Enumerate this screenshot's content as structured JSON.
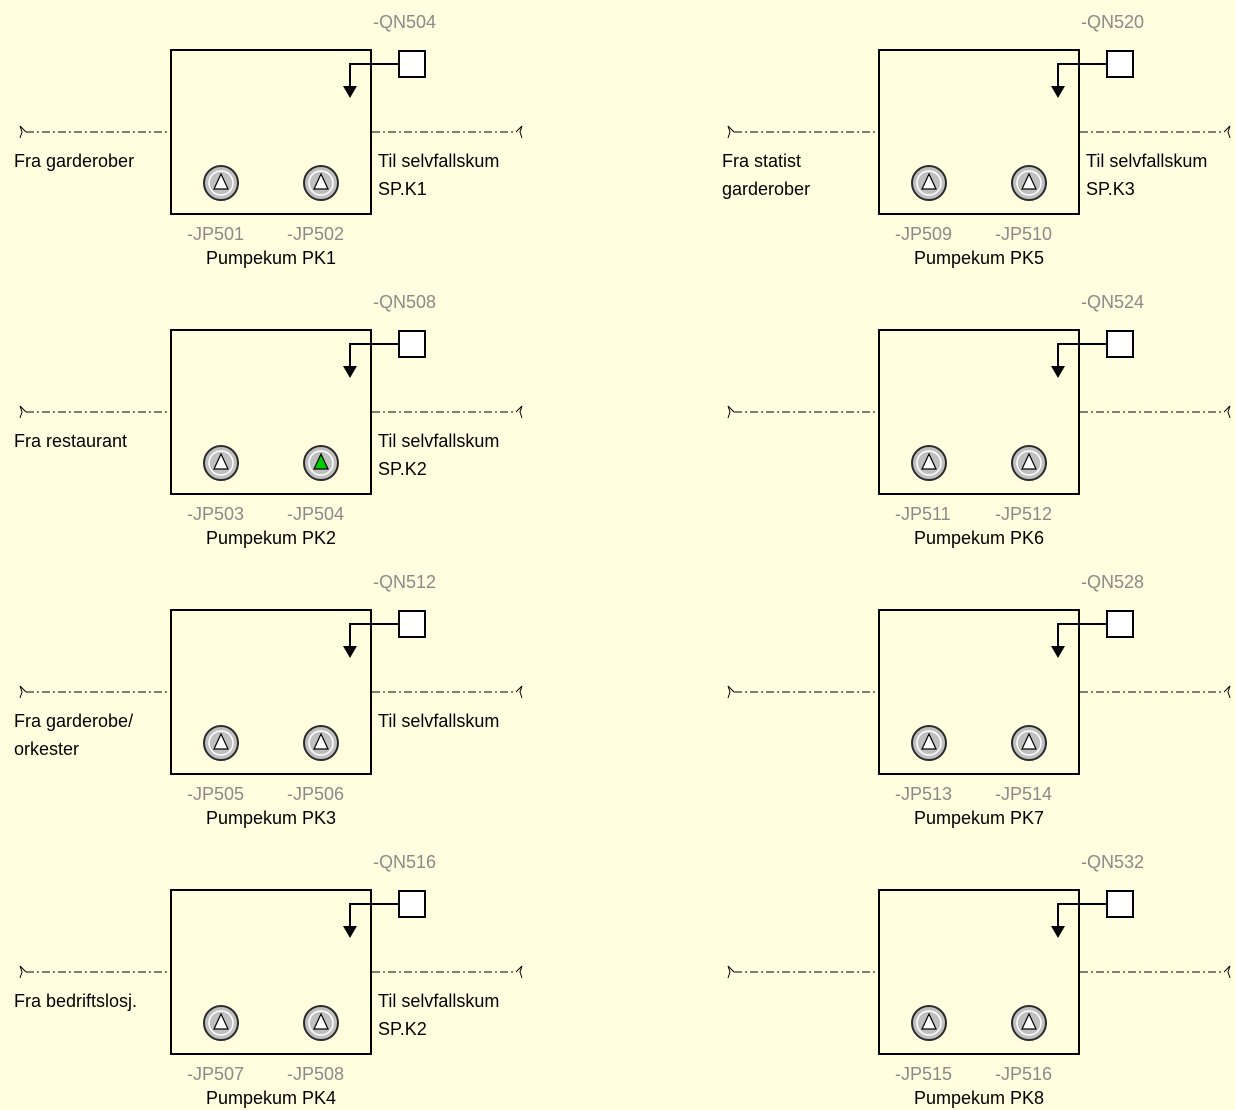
{
  "colors": {
    "background": "#FFFFE0",
    "pump_idle_fill": "#FFFFFF",
    "pump_running_fill": "#00CC00",
    "pump_body": "#C0C0C0",
    "tag_text": "#8A8A8A"
  },
  "units": [
    {
      "id": "pk1",
      "qn": "-QN504",
      "jp_a": "-JP501",
      "jp_b": "-JP502",
      "title": "Pumpekum PK1",
      "inlet": {
        "line1": "Fra garderober",
        "line2": ""
      },
      "outlet": {
        "line1": "Til selvfallskum",
        "line2": "SP.K1"
      },
      "pump_a_running": false,
      "pump_b_running": false
    },
    {
      "id": "pk2",
      "qn": "-QN508",
      "jp_a": "-JP503",
      "jp_b": "-JP504",
      "title": "Pumpekum PK2",
      "inlet": {
        "line1": "Fra restaurant",
        "line2": ""
      },
      "outlet": {
        "line1": "Til selvfallskum",
        "line2": "SP.K2"
      },
      "pump_a_running": false,
      "pump_b_running": true
    },
    {
      "id": "pk3",
      "qn": "-QN512",
      "jp_a": "-JP505",
      "jp_b": "-JP506",
      "title": "Pumpekum PK3",
      "inlet": {
        "line1": "Fra garderobe/",
        "line2": "orkester"
      },
      "outlet": {
        "line1": "Til selvfallskum",
        "line2": ""
      },
      "pump_a_running": false,
      "pump_b_running": false
    },
    {
      "id": "pk4",
      "qn": "-QN516",
      "jp_a": "-JP507",
      "jp_b": "-JP508",
      "title": "Pumpekum PK4",
      "inlet": {
        "line1": "Fra bedriftslosj.",
        "line2": ""
      },
      "outlet": {
        "line1": "Til selvfallskum",
        "line2": "SP.K2"
      },
      "pump_a_running": false,
      "pump_b_running": false
    },
    {
      "id": "pk5",
      "qn": "-QN520",
      "jp_a": "-JP509",
      "jp_b": "-JP510",
      "title": "Pumpekum PK5",
      "inlet": {
        "line1": "Fra statist",
        "line2": "garderober"
      },
      "outlet": {
        "line1": "Til selvfallskum",
        "line2": "SP.K3"
      },
      "pump_a_running": false,
      "pump_b_running": false
    },
    {
      "id": "pk6",
      "qn": "-QN524",
      "jp_a": "-JP511",
      "jp_b": "-JP512",
      "title": "Pumpekum PK6",
      "inlet": {
        "line1": "",
        "line2": ""
      },
      "outlet": {
        "line1": "",
        "line2": ""
      },
      "pump_a_running": false,
      "pump_b_running": false
    },
    {
      "id": "pk7",
      "qn": "-QN528",
      "jp_a": "-JP513",
      "jp_b": "-JP514",
      "title": "Pumpekum PK7",
      "inlet": {
        "line1": "",
        "line2": ""
      },
      "outlet": {
        "line1": "",
        "line2": ""
      },
      "pump_a_running": false,
      "pump_b_running": false
    },
    {
      "id": "pk8",
      "qn": "-QN532",
      "jp_a": "-JP515",
      "jp_b": "-JP516",
      "title": "Pumpekum PK8",
      "inlet": {
        "line1": "",
        "line2": ""
      },
      "outlet": {
        "line1": "",
        "line2": ""
      },
      "pump_a_running": false,
      "pump_b_running": false
    }
  ]
}
